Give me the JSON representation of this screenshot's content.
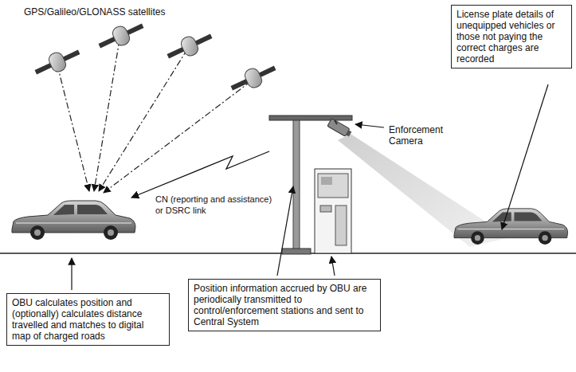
{
  "diagram": {
    "nodes": [
      {
        "text": [
          "License plate details of unequipped vehicles or those not paying the correct charges are recorded"
        ]
      },
      {
        "text": [
          "OBU calculates position and (optionally) calculates distance travelled and matches to digital map of charged roads"
        ]
      },
      {
        "text": [
          "Position information accrued by OBU are periodically transmitted to control/enforcement stations and sent to Central System"
        ]
      }
    ],
    "labels": [
      "GPS/Galileo/GLONASS satellites",
      "Enforcement Camera",
      "CN (reporting and assistance) or DSRC link"
    ]
  }
}
